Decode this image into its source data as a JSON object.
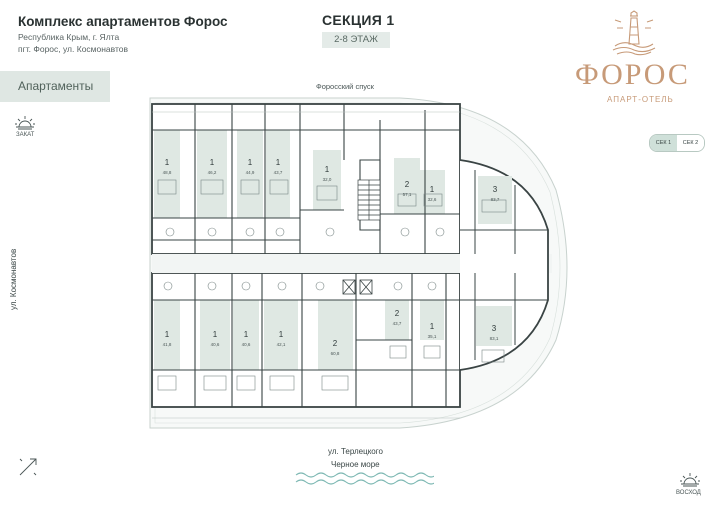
{
  "header": {
    "title": "Комплекс апартаментов Форос",
    "address_line1": "Республика Крым, г. Ялта",
    "address_line2": "пгт. Форос, ул. Космонавтов"
  },
  "section": {
    "title": "СЕКЦИЯ 1",
    "floors": "2-8 ЭТАЖ"
  },
  "category_tab": "Апартаменты",
  "logo": {
    "word": "ФОРОС",
    "subtitle": "АПАРТ-ОТЕЛЬ"
  },
  "compass": {
    "west": "ЗАКАТ",
    "east": "ВОСХОД"
  },
  "roads": {
    "top": "Форосский спуск",
    "left": "ул. Космонавтов",
    "bottom_street": "ул. Терлецкого",
    "bottom_sea": "Черное море"
  },
  "section_switch": {
    "items": [
      "СЕК 1",
      "СЕК 2"
    ],
    "active": "СЕК 1"
  },
  "apartments_top": [
    {
      "rooms": "1",
      "area": "48,8"
    },
    {
      "rooms": "1",
      "area": "46,2"
    },
    {
      "rooms": "1",
      "area": "44,9"
    },
    {
      "rooms": "1",
      "area": "43,7"
    },
    {
      "rooms": "1",
      "area": "32,0"
    },
    {
      "rooms": "2",
      "area": "57,1"
    },
    {
      "rooms": "1",
      "area": "32,6"
    },
    {
      "rooms": "3",
      "area": "83,7"
    }
  ],
  "apartments_bottom": [
    {
      "rooms": "1",
      "area": "41,8"
    },
    {
      "rooms": "1",
      "area": "40,6"
    },
    {
      "rooms": "1",
      "area": "40,6"
    },
    {
      "rooms": "1",
      "area": "42,1"
    },
    {
      "rooms": "2",
      "area": "60,8"
    },
    {
      "rooms": "2",
      "area": "43,7"
    },
    {
      "rooms": "1",
      "area": "35,1"
    },
    {
      "rooms": "3",
      "area": "83,1"
    }
  ],
  "colors": {
    "apartment_fill": "#dfe8e3",
    "wall": "#3a4444",
    "accent_logo": "#c79a78",
    "sea": "#7fb9b4"
  }
}
